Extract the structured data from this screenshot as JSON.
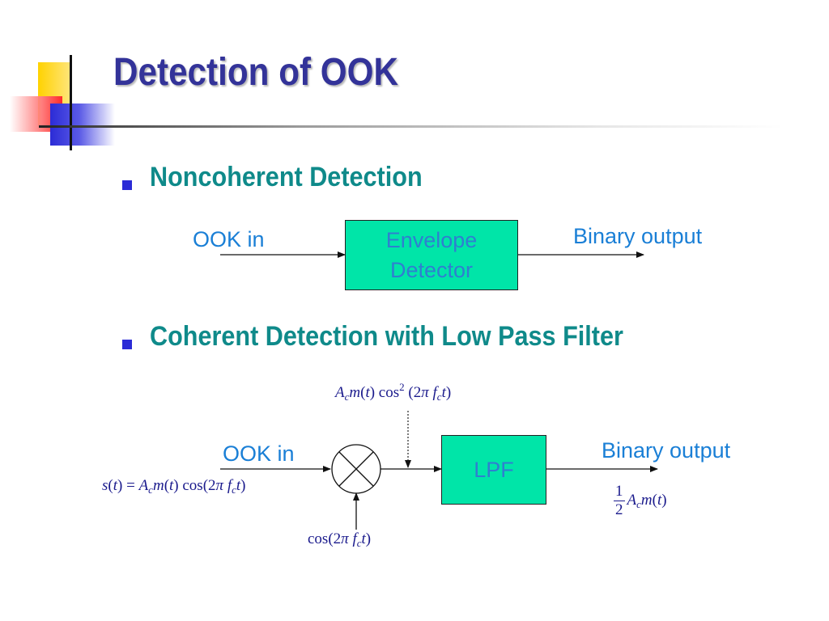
{
  "title": "Detection of OOK",
  "section1": {
    "heading": "Noncoherent Detection",
    "input_label": "OOK in",
    "box_line1": "Envelope",
    "box_line2": "Detector",
    "output_label": "Binary output"
  },
  "section2": {
    "heading": "Coherent Detection with Low Pass Filter",
    "input_label": "OOK in",
    "box_label": "LPF",
    "output_label": "Binary output",
    "signal_expr": "s(t) = A_c m(t) cos(2π f_c t)",
    "product_expr": "A_c m(t) cos^2 (2π f_c t)",
    "carrier_expr": "cos(2π f_c t)",
    "output_expr": "1/2 A_c m(t)"
  },
  "colors": {
    "title": "#333399",
    "heading": "#0f8a8a",
    "label": "#1a7fd6",
    "box_fill": "#00e5a8",
    "bullet": "#2b2bd6",
    "math": "#1a1a8c"
  }
}
